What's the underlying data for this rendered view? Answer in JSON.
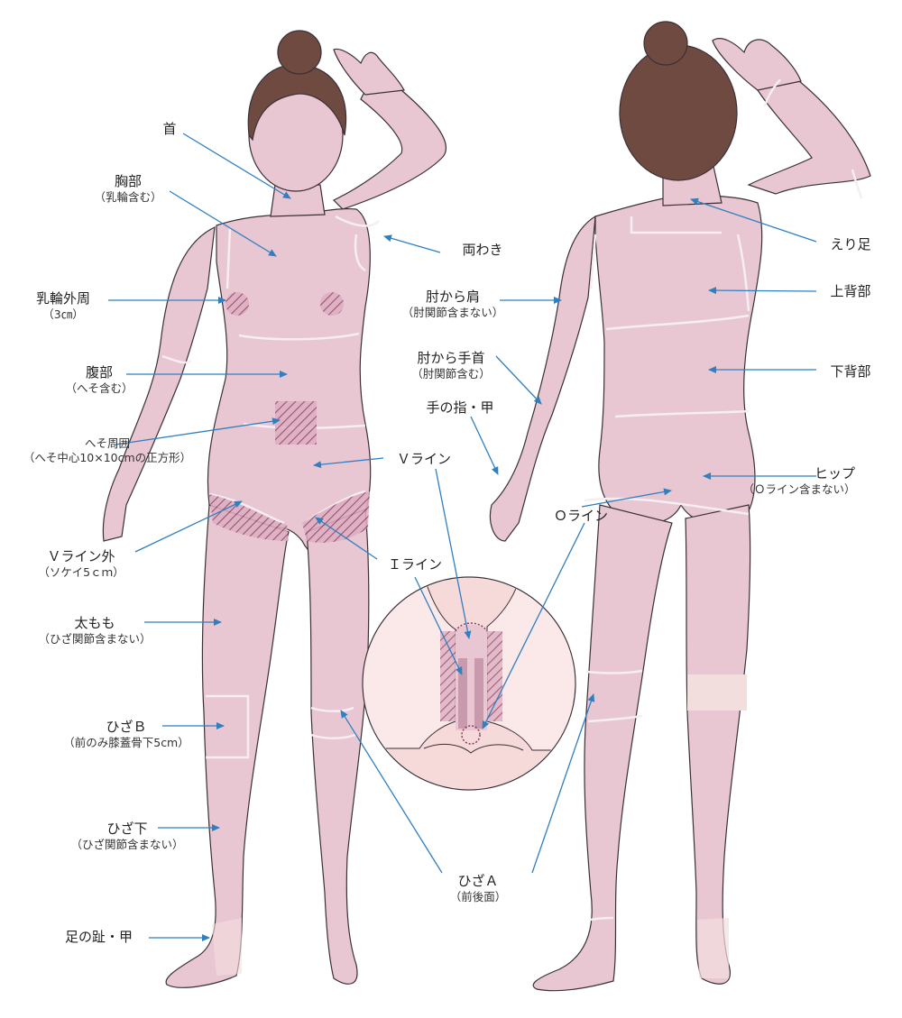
{
  "labels": {
    "neck": {
      "main": "首"
    },
    "chest": {
      "main": "胸部",
      "sub": "（乳輪含む）"
    },
    "underarms": {
      "main": "両わき"
    },
    "areola": {
      "main": "乳輪外周",
      "sub": "（3㎝）"
    },
    "abdomen": {
      "main": "腹部",
      "sub": "（へそ含む）"
    },
    "navel": {
      "main": "へそ周囲",
      "sub": "（へそ中心10×10cmの正方形）"
    },
    "vline": {
      "main": "Ｖライン"
    },
    "vline_outer": {
      "main": "Ｖライン外",
      "sub": "（ソケイ5ｃｍ）"
    },
    "iline": {
      "main": "Ｉライン"
    },
    "oline": {
      "main": "Ｏライン"
    },
    "thigh": {
      "main": "太もも",
      "sub": "（ひざ関節含まない）"
    },
    "knee_b": {
      "main": "ひざＢ",
      "sub": "（前のみ膝蓋骨下5cm）"
    },
    "below_knee": {
      "main": "ひざ下",
      "sub": "（ひざ関節含まない）"
    },
    "toes": {
      "main": "足の趾・甲"
    },
    "knee_a": {
      "main": "ひざＡ",
      "sub": "（前後面）"
    },
    "nape": {
      "main": "えり足"
    },
    "upper_back": {
      "main": "上背部"
    },
    "lower_back": {
      "main": "下背部"
    },
    "hip": {
      "main": "ヒップ",
      "sub": "（Ｏライン含まない）"
    },
    "elbow_shoulder": {
      "main": "肘から肩",
      "sub": "（肘関節含まない）"
    },
    "elbow_wrist": {
      "main": "肘から手首",
      "sub": "（肘関節含む）"
    },
    "fingers": {
      "main": "手の指・甲"
    }
  },
  "colors": {
    "skin": "#e8c7d2",
    "skin_stroke": "#3b3036",
    "hair": "#6e4a40",
    "zone_line": "#f6eef2",
    "hatch": "#8a3d63",
    "arrow": "#2f7fc1",
    "inset_fill": "#f6d9d9"
  }
}
